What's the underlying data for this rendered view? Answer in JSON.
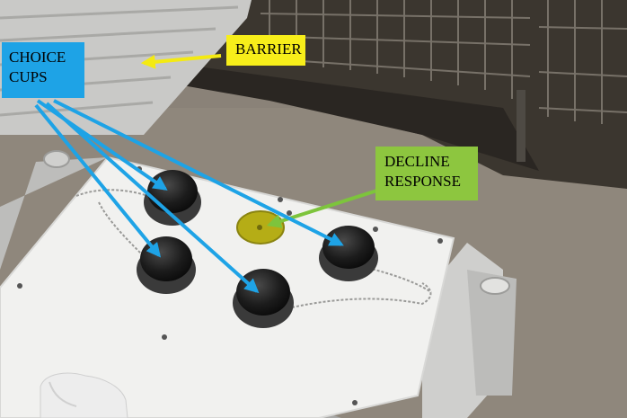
{
  "labels": {
    "choice_cups": "CHOICE\nCUPS",
    "barrier": "BARRIER",
    "decline_response": "DECLINE\nRESPONSE"
  },
  "colors": {
    "choice_label_bg": "#1ea3e6",
    "barrier_label_bg": "#f7ee1a",
    "decline_label_bg": "#8dc63f",
    "choice_arrow": "#1ea3e6",
    "barrier_arrow": "#f4ea12",
    "decline_arrow": "#7dc43c",
    "apparatus": "#f2f2f2",
    "cup": "#1b1b1b",
    "decline_disc": "#b5ad16"
  }
}
